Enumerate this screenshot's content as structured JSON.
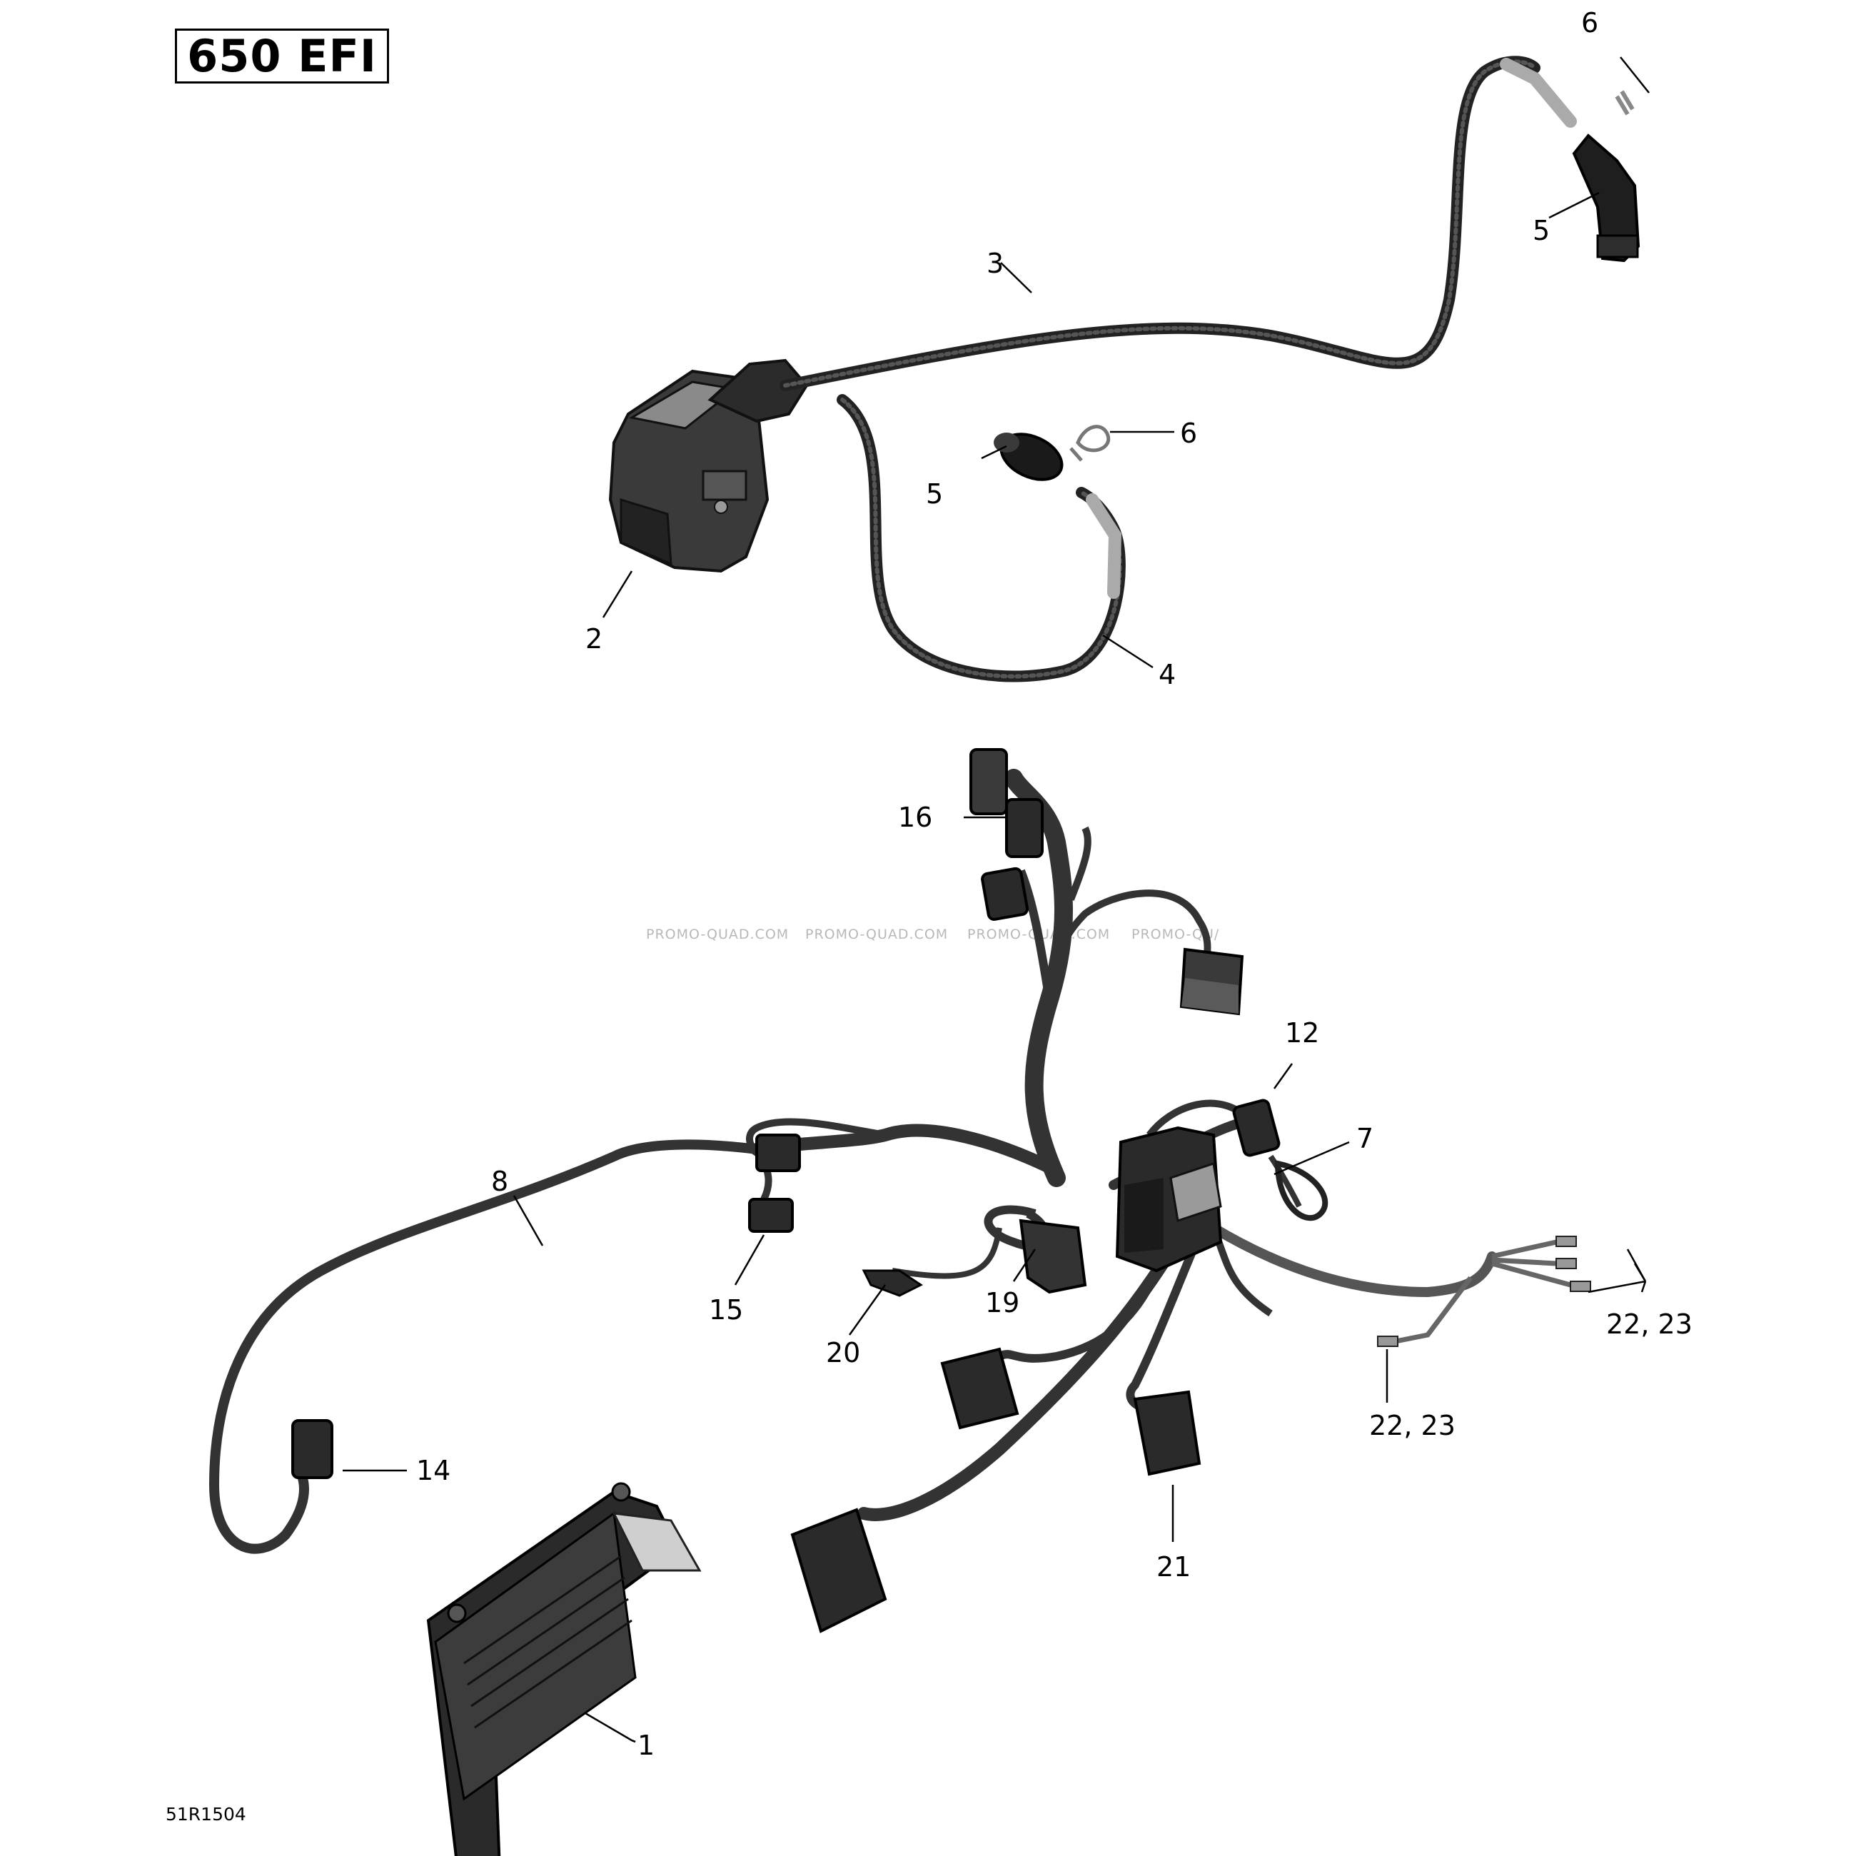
{
  "diagram": {
    "title": "650 EFI",
    "reference_code": "51R1504",
    "watermark": [
      "PROMO-QUAD.COM",
      "PROMO-QUAD.COM",
      "PROMO-QUAD.COM",
      "PROMO-QU/"
    ],
    "callouts": [
      {
        "label": "1"
      },
      {
        "label": "2"
      },
      {
        "label": "3"
      },
      {
        "label": "4"
      },
      {
        "label": "5"
      },
      {
        "label": "5"
      },
      {
        "label": "6"
      },
      {
        "label": "6"
      },
      {
        "label": "7"
      },
      {
        "label": "8"
      },
      {
        "label": "12"
      },
      {
        "label": "14"
      },
      {
        "label": "15"
      },
      {
        "label": "16"
      },
      {
        "label": "19"
      },
      {
        "label": "20"
      },
      {
        "label": "21"
      },
      {
        "label": "22, 23"
      },
      {
        "label": "22, 23"
      }
    ]
  }
}
